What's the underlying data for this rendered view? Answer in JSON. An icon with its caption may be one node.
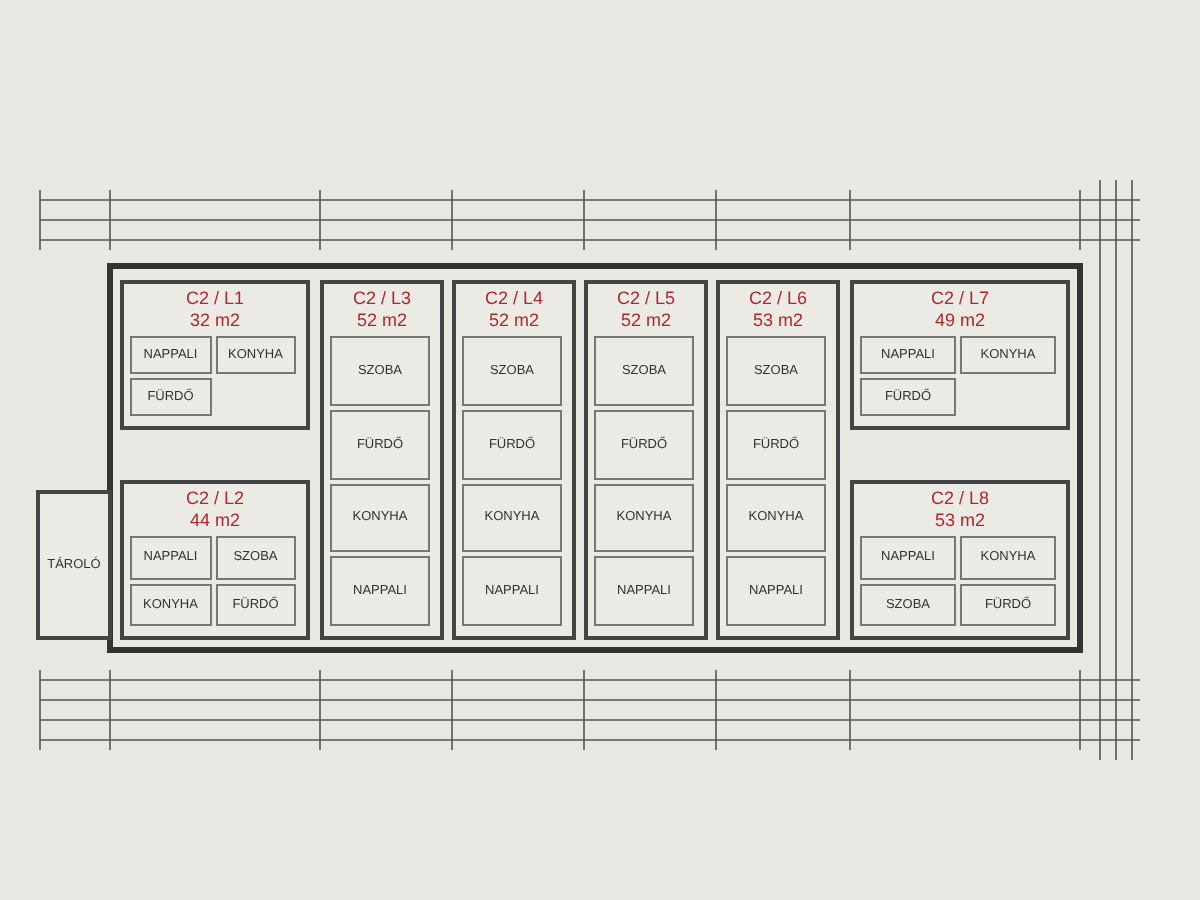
{
  "diagram": {
    "nodes": [
      {
        "text": [
          "C2 / L1",
          "32 m2"
        ]
      },
      {
        "text": [
          "NAPPALI"
        ],
        "in": 0
      },
      {
        "text": [
          "KONYHA"
        ],
        "in": 0
      },
      {
        "text": [
          "FÜRDŐ"
        ],
        "in": 0
      },
      {
        "text": [
          "C2 / L3",
          "52 m2"
        ]
      },
      {
        "text": [
          "SZOBA"
        ],
        "in": 4
      },
      {
        "text": [
          "FÜRDŐ"
        ],
        "in": 4
      },
      {
        "text": [
          "KONYHA"
        ],
        "in": 4
      },
      {
        "text": [
          "NAPPALI"
        ],
        "in": 4
      },
      {
        "text": [
          "C2 / L4",
          "52 m2"
        ]
      },
      {
        "text": [
          "SZOBA"
        ],
        "in": 9
      },
      {
        "text": [
          "FÜRDŐ"
        ],
        "in": 9
      },
      {
        "text": [
          "KONYHA"
        ],
        "in": 9
      },
      {
        "text": [
          "NAPPALI"
        ],
        "in": 9
      },
      {
        "text": [
          "C2 / L5",
          "52 m2"
        ]
      },
      {
        "text": [
          "SZOBA"
        ],
        "in": 14
      },
      {
        "text": [
          "FÜRDŐ"
        ],
        "in": 14
      },
      {
        "text": [
          "KONYHA"
        ],
        "in": 14
      },
      {
        "text": [
          "NAPPALI"
        ],
        "in": 14
      },
      {
        "text": [
          "C2 / L6",
          "53 m2"
        ]
      },
      {
        "text": [
          "SZOBA"
        ],
        "in": 19
      },
      {
        "text": [
          "FÜRDŐ"
        ],
        "in": 19
      },
      {
        "text": [
          "KONYHA"
        ],
        "in": 19
      },
      {
        "text": [
          "NAPPALI"
        ],
        "in": 19
      },
      {
        "text": [
          "C2 / L7",
          "49 m2"
        ]
      },
      {
        "text": [
          "NAPPALI"
        ],
        "in": 24
      },
      {
        "text": [
          "KONYHA"
        ],
        "in": 24
      },
      {
        "text": [
          "FÜRDŐ"
        ],
        "in": 24
      },
      {
        "text": [
          "TÁROLÓ"
        ]
      },
      {
        "text": [
          "C2 / L2",
          "44 m2"
        ]
      },
      {
        "text": [
          "NAPPALI"
        ],
        "in": 29
      },
      {
        "text": [
          "SZOBA"
        ],
        "in": 29
      },
      {
        "text": [
          "KONYHA"
        ],
        "in": 29
      },
      {
        "text": [
          "FÜRDŐ"
        ],
        "in": 29
      },
      {
        "text": [
          "C2 / L8",
          "53 m2"
        ]
      },
      {
        "text": [
          "NAPPALI"
        ],
        "in": 34
      },
      {
        "text": [
          "KONYHA"
        ],
        "in": 34
      },
      {
        "text": [
          "SZOBA"
        ],
        "in": 34
      },
      {
        "text": [
          "FÜRDŐ"
        ],
        "in": 34
      }
    ]
  }
}
